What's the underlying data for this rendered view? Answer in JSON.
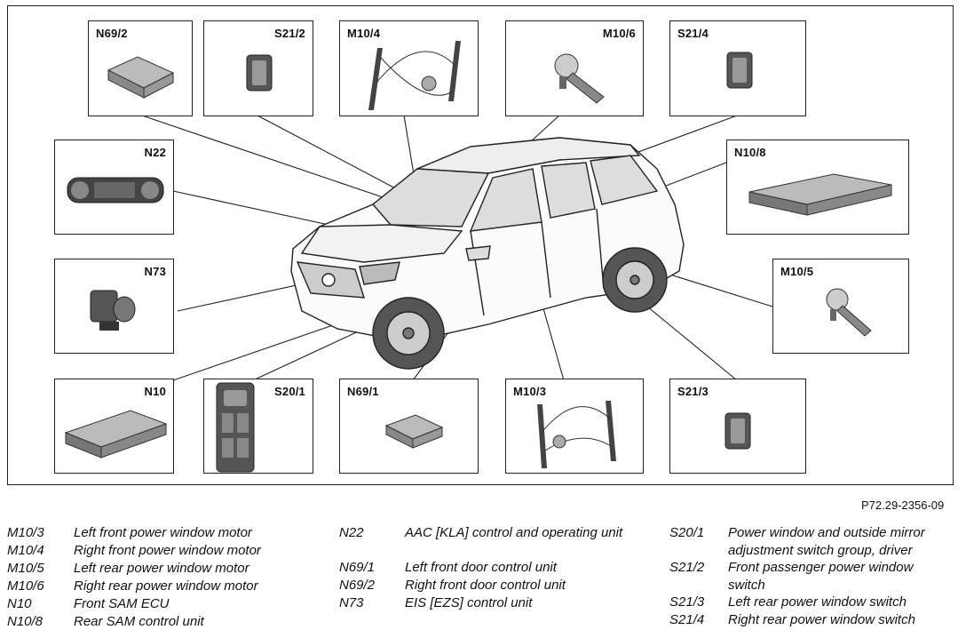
{
  "figure_id": "P72.29-2356-09",
  "boxes": {
    "n69_2": "N69/2",
    "s21_2": "S21/2",
    "m10_4": "M10/4",
    "m10_6": "M10/6",
    "s21_4": "S21/4",
    "n22": "N22",
    "n10_8": "N10/8",
    "n73": "N73",
    "m10_5": "M10/5",
    "n10": "N10",
    "s20_1": "S20/1",
    "n69_1": "N69/1",
    "m10_3": "M10/3",
    "s21_3": "S21/3"
  },
  "legend": {
    "col1": [
      {
        "code": "M10/3",
        "desc": "Left front power window motor"
      },
      {
        "code": "M10/4",
        "desc": "Right front power window motor"
      },
      {
        "code": "M10/5",
        "desc": "Left rear power window motor"
      },
      {
        "code": "M10/6",
        "desc": "Right rear power window motor"
      },
      {
        "code": "N10",
        "desc": "Front SAM ECU"
      },
      {
        "code": "N10/8",
        "desc": "Rear SAM control unit"
      }
    ],
    "col2": [
      {
        "code": "N22",
        "desc": "AAC [KLA] control and operating unit"
      },
      {
        "code": "N69/1",
        "desc": "Left front door control unit"
      },
      {
        "code": "N69/2",
        "desc": "Right front door control unit"
      },
      {
        "code": "N73",
        "desc": "EIS [EZS] control unit"
      }
    ],
    "col3": [
      {
        "code": "S20/1",
        "desc": "Power window and outside mirror adjustment switch group, driver"
      },
      {
        "code": "S21/2",
        "desc": "Front passenger power window switch"
      },
      {
        "code": "S21/3",
        "desc": "Left rear power window switch"
      },
      {
        "code": "S21/4",
        "desc": "Right rear power window switch"
      }
    ]
  }
}
